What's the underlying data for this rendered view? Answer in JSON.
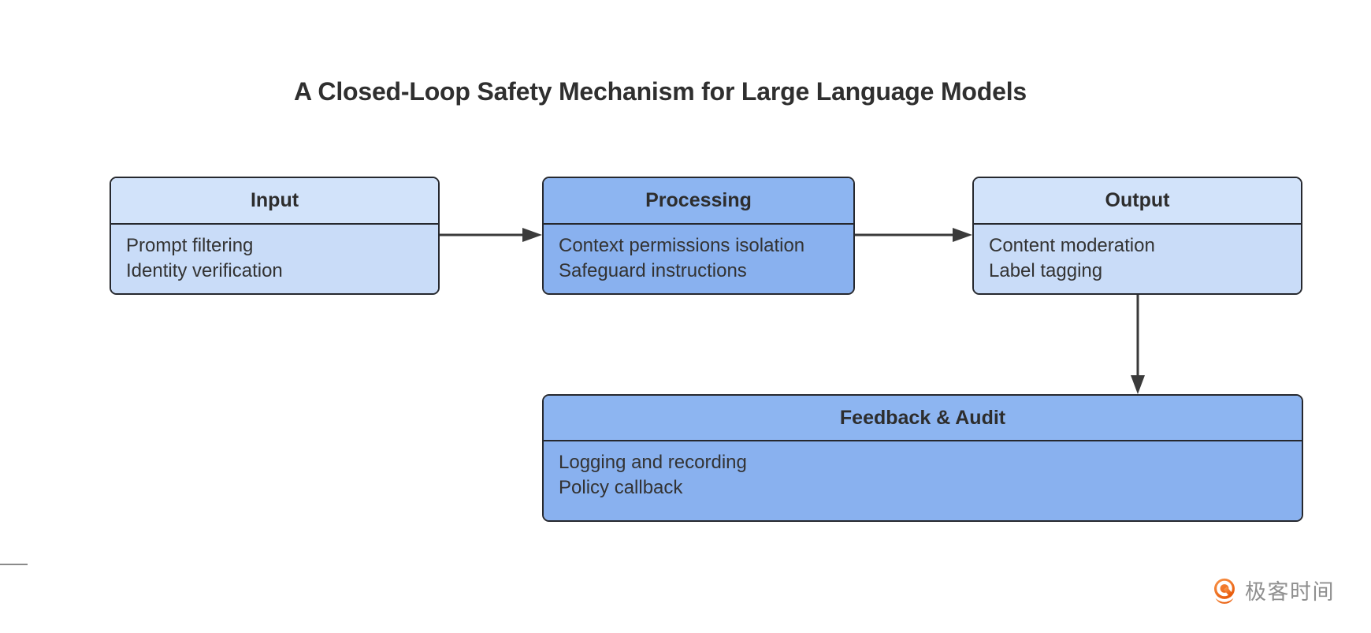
{
  "title": "A Closed-Loop Safety Mechanism for Large Language Models",
  "diagram": {
    "type": "flowchart",
    "nodes": [
      {
        "id": "input",
        "title": "Input",
        "variant": "light",
        "lines": [
          "Prompt filtering",
          "Identity verification"
        ]
      },
      {
        "id": "processing",
        "title": "Processing",
        "variant": "dark",
        "lines": [
          "Context permissions isolation",
          "Safeguard instructions"
        ]
      },
      {
        "id": "output",
        "title": "Output",
        "variant": "light",
        "lines": [
          "Content moderation",
          "Label tagging"
        ]
      },
      {
        "id": "feedback",
        "title": "Feedback & Audit",
        "variant": "dark",
        "lines": [
          "Logging and recording",
          "Policy callback"
        ]
      }
    ],
    "edges": [
      {
        "from": "input",
        "to": "processing",
        "direction": "right"
      },
      {
        "from": "processing",
        "to": "output",
        "direction": "right"
      },
      {
        "from": "output",
        "to": "feedback",
        "direction": "down"
      }
    ]
  },
  "logo": {
    "text": "极客时间",
    "icon": "geektime-logo-icon"
  },
  "colors": {
    "light_header": "#d2e3fa",
    "light_body": "#c9dcf8",
    "dark_header": "#8db5f1",
    "dark_body": "#89b1ef",
    "border": "#26282e",
    "arrow": "#3a3a3a",
    "title_text": "#2f2f2f",
    "body_text": "#333333",
    "logo_orange": "#ed6a1c",
    "logo_text": "#8f8f8f"
  }
}
